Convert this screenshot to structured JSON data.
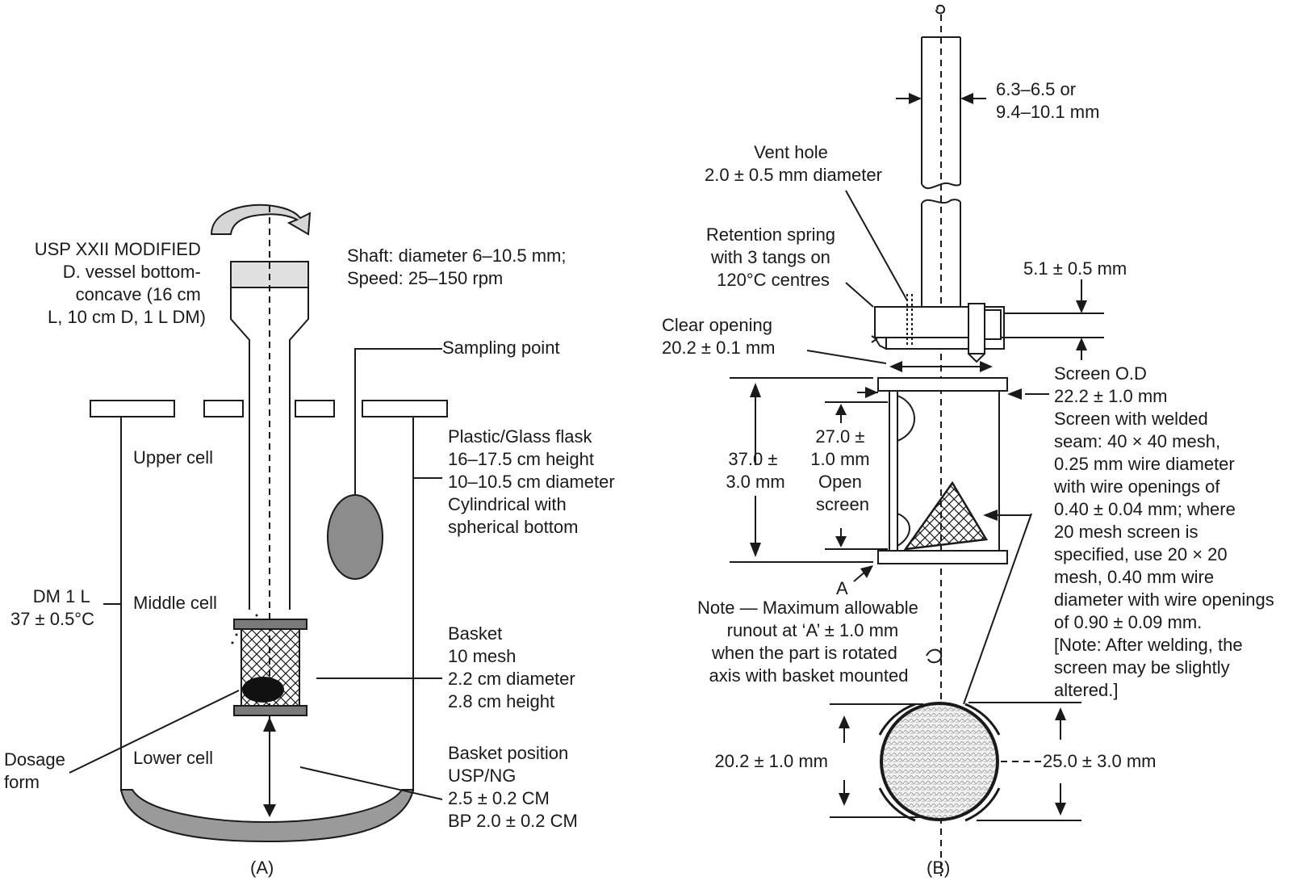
{
  "panel_a": {
    "caption": "(A)",
    "title": [
      "USP XXII MODIFIED",
      "D. vessel bottom-",
      "concave (16 cm",
      "L, 10 cm D, 1 L DM)"
    ],
    "shaft": [
      "Shaft: diameter 6–10.5 mm;",
      "Speed: 25–150 rpm"
    ],
    "sampling_point": "Sampling point",
    "flask": [
      "Plastic/Glass flask",
      "16–17.5 cm height",
      "10–10.5 cm diameter",
      "Cylindrical with",
      "spherical bottom"
    ],
    "upper_cell": "Upper cell",
    "middle_cell": "Middle cell",
    "lower_cell": "Lower cell",
    "dm": [
      "DM 1 L",
      "37 ± 0.5°C"
    ],
    "basket": [
      "Basket",
      "10 mesh",
      "2.2 cm diameter",
      "2.8 cm height"
    ],
    "dosage_form": [
      "Dosage",
      "form"
    ],
    "basket_position": [
      "Basket position",
      "USP/NG",
      "2.5 ± 0.2 CM",
      "BP 2.0 ± 0.2 CM"
    ]
  },
  "panel_b": {
    "caption": "(B)",
    "shaft_diameter": [
      "6.3–6.5 or",
      "9.4–10.1 mm"
    ],
    "vent_hole": [
      "Vent hole",
      "2.0 ± 0.5 mm diameter"
    ],
    "retention_spring": [
      "Retention spring",
      "with 3 tangs on",
      "120°C centres"
    ],
    "dim_5_1": "5.1 ± 0.5 mm",
    "clear_opening": [
      "Clear opening",
      "20.2 ± 0.1 mm"
    ],
    "screen_od": [
      "Screen O.D",
      "22.2 ± 1.0 mm"
    ],
    "screen_spec": [
      "Screen with welded",
      "seam: 40 × 40 mesh,",
      "0.25 mm wire diameter",
      "with wire openings of",
      "0.40 ± 0.04 mm; where",
      "20 mesh screen is",
      "specified, use 20 × 20",
      "mesh, 0.40 mm wire",
      "diameter with wire openings",
      "of 0.90 ± 0.09 mm.",
      "[Note: After welding, the",
      "screen may be slightly",
      "altered.]"
    ],
    "dim_37": [
      "37.0 ±",
      "3.0 mm"
    ],
    "open_screen": [
      "27.0 ±",
      "1.0 mm",
      "Open",
      "screen"
    ],
    "point_a": "A",
    "note": [
      "Note — Maximum allowable",
      "runout at ‘A’ ± 1.0 mm",
      "when the part is rotated",
      "axis with basket mounted"
    ],
    "dim_20_2": "20.2 ± 1.0 mm",
    "dim_25": "25.0 ± 3.0 mm"
  }
}
